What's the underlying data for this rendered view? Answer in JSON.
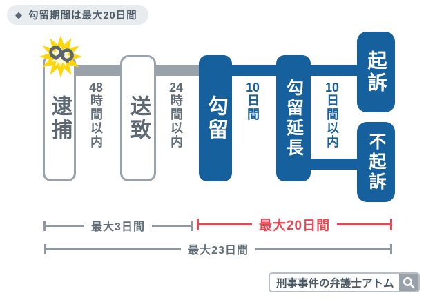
{
  "badge": {
    "icon": "◆",
    "title": "勾留期間は最大20日間"
  },
  "flow": {
    "boxes": [
      {
        "id": "arrest",
        "label": "逮捕",
        "style": "outline"
      },
      {
        "id": "referral",
        "label": "送致",
        "style": "outline"
      },
      {
        "id": "detention",
        "label": "勾留",
        "style": "filled"
      },
      {
        "id": "detention-extension",
        "label": "勾留延長",
        "style": "filled"
      },
      {
        "id": "prosecution",
        "label": "起訴",
        "style": "filled"
      },
      {
        "id": "non-prosecution",
        "label": "不起訴",
        "style": "filled"
      }
    ],
    "intervals": [
      {
        "number": "48",
        "unit": "時間以内",
        "color": "gray"
      },
      {
        "number": "24",
        "unit": "時間以内",
        "color": "gray"
      },
      {
        "number": "10",
        "unit": "日間",
        "color": "blue"
      },
      {
        "number": "10",
        "unit": "日間以内",
        "color": "blue"
      }
    ],
    "icons": [
      {
        "name": "starburst-handcuffs-icon",
        "meaning": "arrest moment"
      }
    ]
  },
  "timeline": {
    "max3": "最大3日間",
    "max20": "最大20日間",
    "max23": "最大23日間"
  },
  "search": {
    "text": "刑事事件の弁護士アトム",
    "icon": "magnifier-icon"
  },
  "colors": {
    "accent_blue": "#15609d",
    "line_gray": "#99a2ab",
    "text_slate": "#5d6873",
    "alert_red": "#ea4651",
    "burst_yellow": "#ffd60a",
    "badge_bg": "#e9ecef"
  }
}
